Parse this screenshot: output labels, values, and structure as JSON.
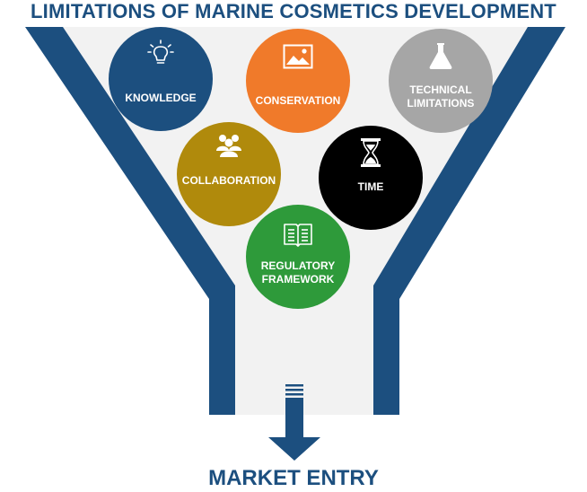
{
  "title": "LIMITATIONS OF MARINE COSMETICS DEVELOPMENT",
  "footer": "MARKET ENTRY",
  "colors": {
    "funnel_blue": "#1c4f7f",
    "funnel_fill": "#f2f2f2",
    "knowledge": "#1c4f7f",
    "conservation": "#f07a2a",
    "technical": "#a6a6a6",
    "collaboration": "#b08a0c",
    "time": "#000000",
    "regulatory": "#2e9a3a"
  },
  "factors": {
    "knowledge": {
      "label": "KNOWLEDGE",
      "icon": "lightbulb-icon"
    },
    "conservation": {
      "label": "CONSERVATION",
      "icon": "picture-icon"
    },
    "technical": {
      "label": "TECHNICAL\nLIMITATIONS",
      "icon": "flask-icon"
    },
    "collaboration": {
      "label": "COLLABORATION",
      "icon": "group-icon"
    },
    "time": {
      "label": "TIME",
      "icon": "hourglass-icon"
    },
    "regulatory": {
      "label": "REGULATORY\nFRAMEWORK",
      "icon": "book-icon"
    }
  }
}
